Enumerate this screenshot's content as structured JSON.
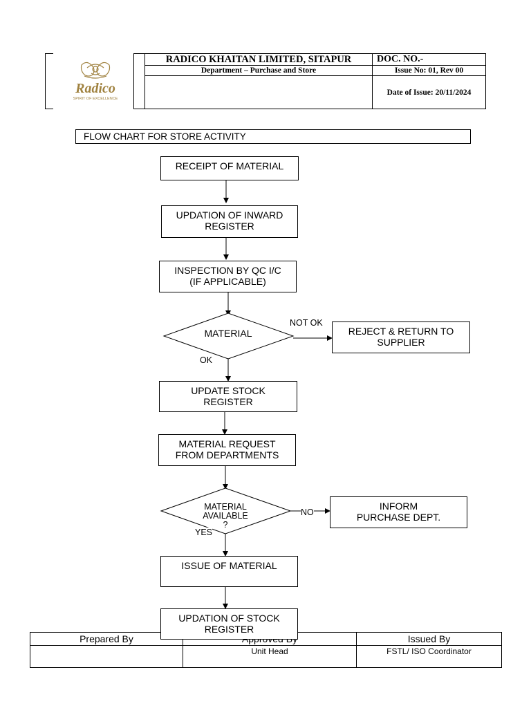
{
  "header": {
    "company": "RADICO KHAITAN LIMITED, SITAPUR",
    "department": "Department – Purchase and Store",
    "doc_no": "DOC. NO.-",
    "issue_no": "Issue No: 01, Rev 00",
    "date_of_issue": "Date of Issue: 20/11/2024",
    "logo": {
      "brand": "Radico",
      "tagline": "SPIRIT OF EXCELLENCE",
      "color": "#a08240"
    }
  },
  "title": "FLOW CHART FOR STORE ACTIVITY",
  "flow": {
    "receipt": [
      "RECEIPT OF MATERIAL"
    ],
    "inward": [
      "UPDATION OF INWARD",
      "REGISTER"
    ],
    "inspection": [
      "INSPECTION BY QC I/C",
      "(IF APPLICABLE)"
    ],
    "decision1": "MATERIAL",
    "decision1_no": "NOT OK",
    "decision1_yes": "OK",
    "reject": [
      "REJECT & RETURN TO",
      "SUPPLIER"
    ],
    "update_stock": [
      "UPDATE STOCK",
      "REGISTER"
    ],
    "request": [
      "MATERIAL REQUEST",
      "FROM DEPARTMENTS"
    ],
    "decision2": [
      "MATERIAL",
      "AVAILABLE",
      "?"
    ],
    "decision2_no": "NO",
    "decision2_yes": "YES",
    "inform": [
      "INFORM",
      "PURCHASE DEPT."
    ],
    "issue": [
      "ISSUE OF MATERIAL"
    ],
    "updation_stock": [
      "UPDATION OF STOCK",
      "REGISTER"
    ]
  },
  "footer": {
    "prepared_by": "Prepared By",
    "approved_by": "Approved By",
    "issued_by": "Issued By",
    "approver_role": "Unit Head",
    "issuer_role": "FSTL/ ISO Coordinator"
  }
}
